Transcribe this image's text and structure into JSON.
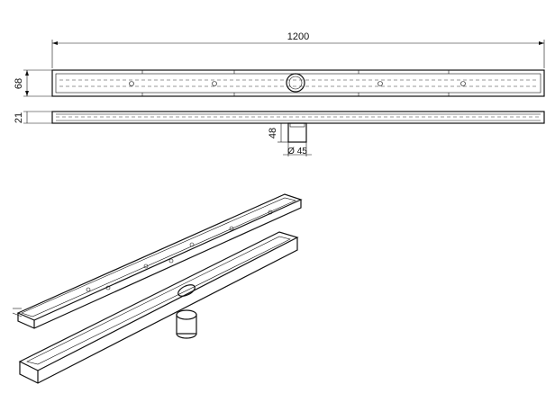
{
  "dimensions": {
    "overall_length": "1200",
    "top_view_width": "68",
    "side_view_height": "21",
    "outlet_height": "48",
    "outlet_diameter": "Ø 45"
  }
}
